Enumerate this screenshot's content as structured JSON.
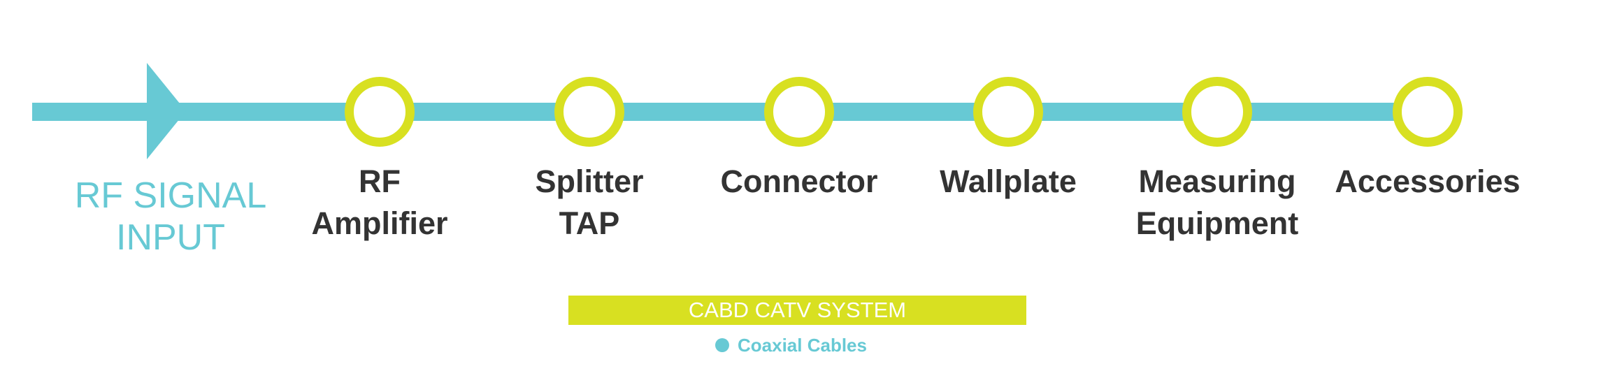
{
  "colors": {
    "line": "#67c9d4",
    "node": "#d8e021",
    "label": "#333333"
  },
  "input_label": {
    "line1": "RF SIGNAL",
    "line2": "INPUT"
  },
  "nodes": [
    {
      "line1": "RF",
      "line2": "Amplifier"
    },
    {
      "line1": "Splitter",
      "line2": "TAP"
    },
    {
      "line1": "Connector",
      "line2": ""
    },
    {
      "line1": "Wallplate",
      "line2": ""
    },
    {
      "line1": "Measuring",
      "line2": "Equipment"
    },
    {
      "line1": "Accessories",
      "line2": ""
    }
  ],
  "system_bar": {
    "label": "CABD CATV SYSTEM"
  },
  "legend": {
    "label": "Coaxial Cables"
  }
}
